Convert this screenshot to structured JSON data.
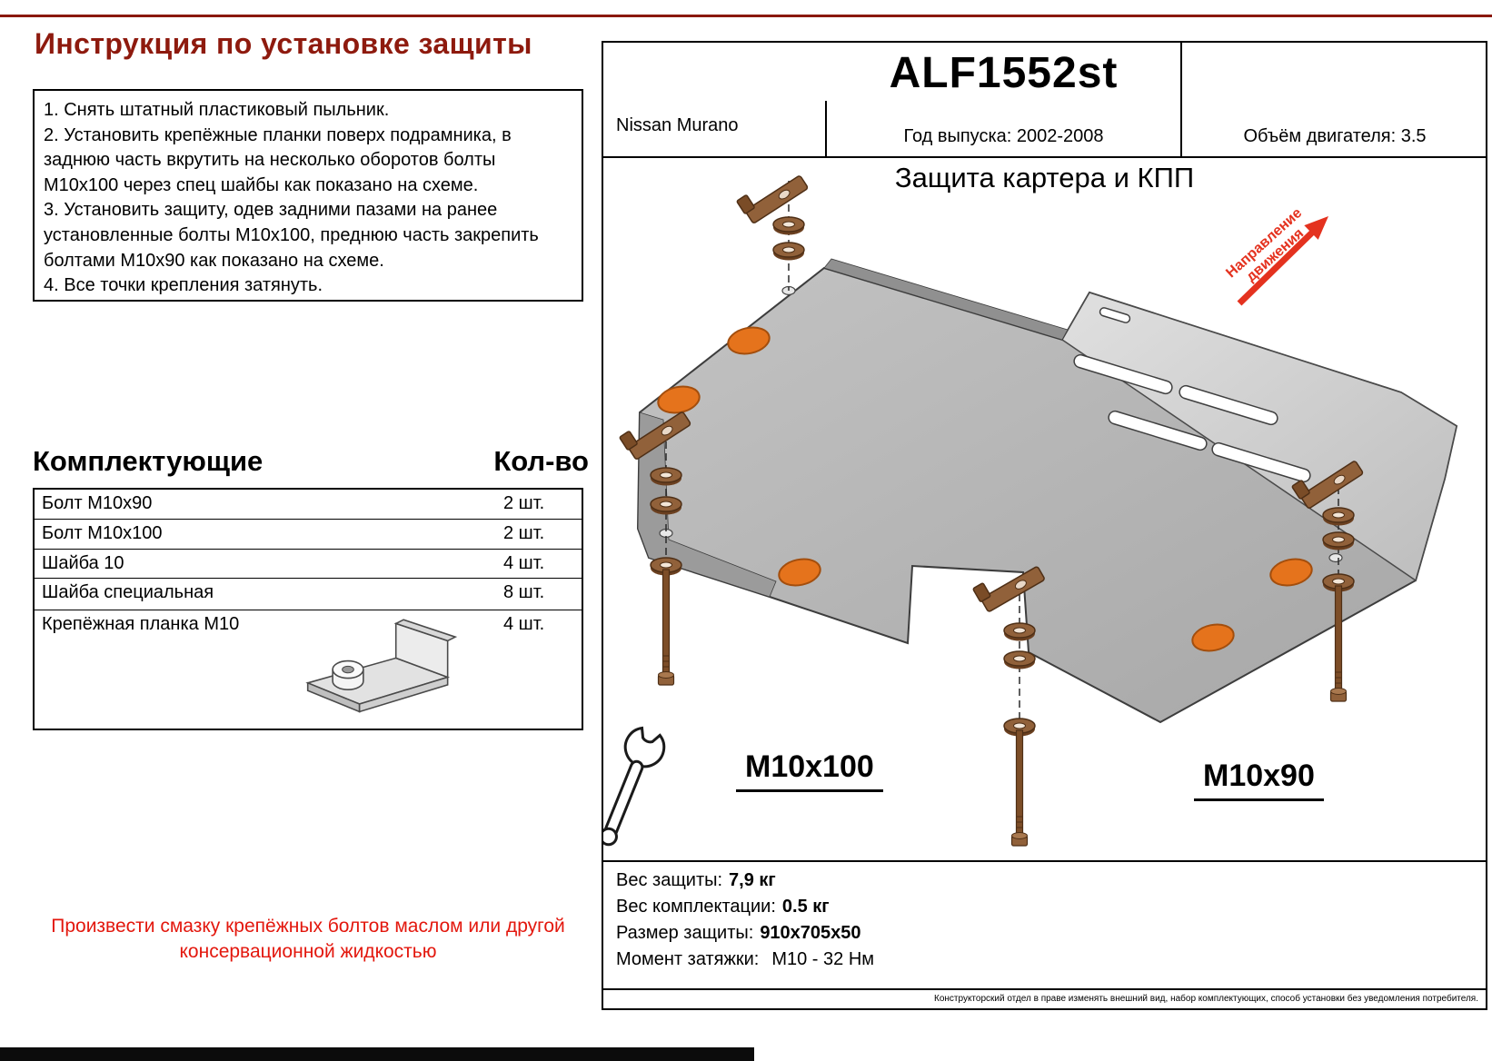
{
  "header": {
    "title": "Инструкция по установке защиты"
  },
  "instructions": {
    "items": [
      "1.  Снять штатный пластиковый пыльник.",
      "2.  Установить крепёжные планки поверх подрамника, в заднюю часть вкрутить на несколько оборотов болты М10х100 через спец шайбы как показано на схеме.",
      "3.  Установить защиту, одев задними пазами на ранее установленные болты М10х100, преднюю часть закрепить болтами М10х90 как показано на схеме.",
      "4.  Все точки крепления затянуть."
    ]
  },
  "components": {
    "title": "Комплектующие",
    "qty_header": "Кол-во",
    "rows": [
      {
        "name": "Болт М10х90",
        "qty": "2 шт."
      },
      {
        "name": "Болт М10х100",
        "qty": "2 шт."
      },
      {
        "name": "Шайба 10",
        "qty": "4 шт."
      },
      {
        "name": "Шайба специальная",
        "qty": "8 шт."
      },
      {
        "name": "Крепёжная планка М10",
        "qty": "4 шт."
      }
    ]
  },
  "warning": "Произвести смазку крепёжных болтов маслом или другой консервационной жидкостью",
  "product": {
    "code": "ALF1552st",
    "vehicle": "Nissan Murano",
    "year_label": "Год выпуска: 2002-2008",
    "engine_label": "Объём двигателя: 3.5",
    "drawing_title": "Защита картера и КПП"
  },
  "drawing": {
    "direction_line1": "Направление",
    "direction_line2": "движения",
    "bolt_front_label": "М10х100",
    "bolt_rear_label": "М10х90"
  },
  "specs": {
    "weight_label": "Вес защиты:",
    "weight_value": "7,9 кг",
    "kit_weight_label": "Вес комплектации:",
    "kit_weight_value": "0.5 кг",
    "size_label": "Размер защиты:",
    "size_value": "910х705х50",
    "torque_label": "Момент затяжки:",
    "torque_value": "М10 - 32 Нм"
  },
  "disclaimer": "Конструкторский отдел в праве изменять внешний вид, набор комплектующих, способ установки без уведомления потребителя.",
  "colors": {
    "title_maroon": "#8e1a0e",
    "warning_red": "#e3170d",
    "arrow_red": "#e4321f",
    "plug_orange": "#e5731c",
    "hardware_brown": "#91613a",
    "plate_gray": "#b8b8b8"
  }
}
